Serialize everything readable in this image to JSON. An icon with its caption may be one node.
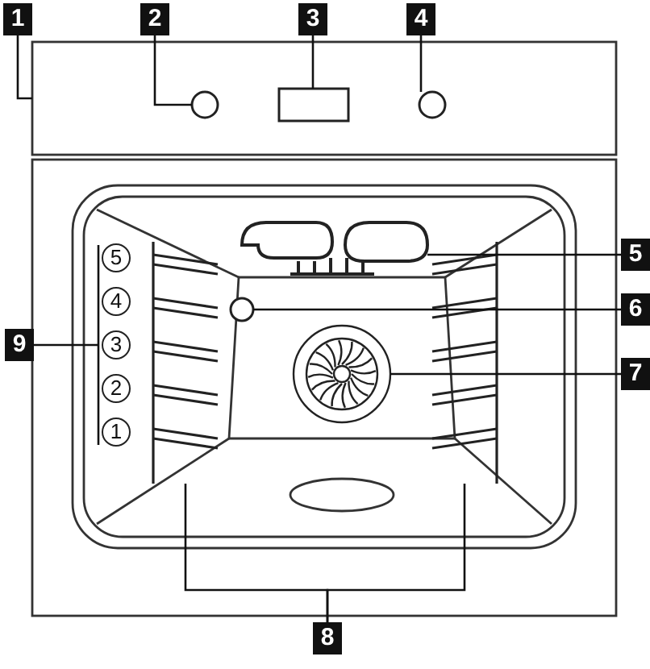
{
  "diagram": {
    "nodes": [
      {
        "text": [
          "1"
        ]
      },
      {
        "text": [
          "2"
        ]
      },
      {
        "text": [
          "3"
        ]
      },
      {
        "text": [
          "4"
        ]
      },
      {
        "text": [
          "5"
        ]
      },
      {
        "text": [
          "6"
        ]
      },
      {
        "text": [
          "7"
        ]
      },
      {
        "text": [
          "8"
        ]
      },
      {
        "text": [
          "9"
        ]
      },
      {
        "text": [
          "5"
        ]
      },
      {
        "text": [
          "4"
        ]
      },
      {
        "text": [
          "3"
        ]
      },
      {
        "text": [
          "2"
        ]
      },
      {
        "text": [
          "1"
        ]
      },
      {
        "text": [],
        "shape": "box"
      },
      {
        "text": [],
        "shape": "circle",
        "in": 14
      },
      {
        "text": [],
        "shape": "box",
        "in": 14
      },
      {
        "text": [],
        "shape": "circle",
        "in": 14
      },
      {
        "text": [],
        "shape": "coil"
      },
      {
        "text": [],
        "shape": "circle"
      },
      {
        "text": [],
        "shape": "fan"
      },
      {
        "text": [],
        "shape": "bar"
      },
      {
        "text": [],
        "shape": "bar"
      },
      {
        "text": [],
        "shape": "line"
      }
    ],
    "edges": [
      {
        "from": 0,
        "to": 14,
        "arrow": "none"
      },
      {
        "from": 1,
        "to": 15,
        "arrow": "none"
      },
      {
        "from": 2,
        "to": 16,
        "arrow": "none"
      },
      {
        "from": 3,
        "to": 17,
        "arrow": "none"
      },
      {
        "from": 4,
        "to": 18,
        "arrow": "none"
      },
      {
        "from": 5,
        "to": 19,
        "arrow": "none"
      },
      {
        "from": 6,
        "to": 20,
        "arrow": "none"
      },
      {
        "from": 7,
        "to": 21,
        "arrow": "none"
      },
      {
        "from": 7,
        "to": 22,
        "arrow": "none"
      },
      {
        "from": 8,
        "to": 23,
        "arrow": "none"
      }
    ]
  }
}
